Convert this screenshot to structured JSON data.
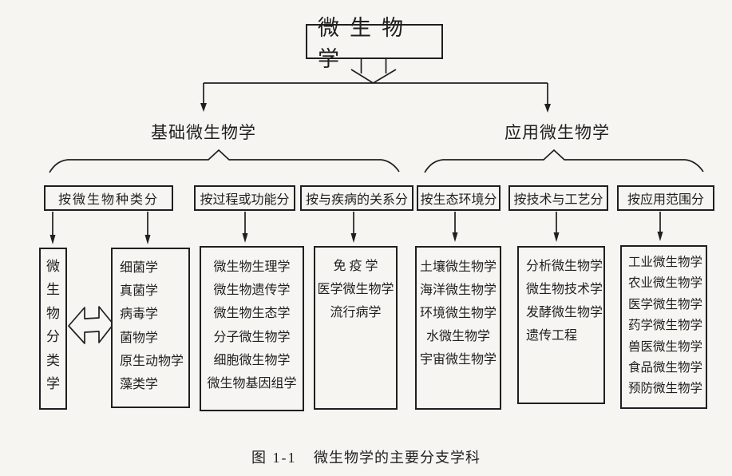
{
  "figure": {
    "root_label": "微生物学",
    "branches": {
      "basic": "基础微生物学",
      "applied": "应用微生物学"
    },
    "groups": {
      "species": {
        "category": "按微生物种类分",
        "taxonomy_chars": [
          "微",
          "生",
          "物",
          "分",
          "类",
          "学"
        ],
        "list": [
          "细菌学",
          "真菌学",
          "病毒学",
          "菌物学",
          "原生动物学",
          "藻类学"
        ]
      },
      "process": {
        "category": "按过程或功能分",
        "list": [
          "微生物生理学",
          "微生物遗传学",
          "微生物生态学",
          "分子微生物学",
          "细胞微生物学",
          "微生物基因组学"
        ]
      },
      "disease": {
        "category": "按与疾病的关系分",
        "list": [
          "免 疫 学",
          "医学微生物学",
          "流行病学"
        ]
      },
      "ecology": {
        "category": "按生态环境分",
        "list": [
          "土壤微生物学",
          "海洋微生物学",
          "环境微生物学",
          "水微生物学",
          "宇宙微生物学"
        ]
      },
      "technology": {
        "category": "按技术与工艺分",
        "list": [
          "分析微生物学",
          "微生物技术学",
          "发酵微生物学",
          "遗传工程"
        ]
      },
      "application": {
        "category": "按应用范围分",
        "list": [
          "工业微生物学",
          "农业微生物学",
          "医学微生物学",
          "药学微生物学",
          "兽医微生物学",
          "食品微生物学",
          "预防微生物学"
        ]
      }
    },
    "caption": {
      "label": "图 1-1",
      "title": "微生物学的主要分支学科"
    }
  },
  "colors": {
    "ink": "#1f1f1f",
    "paper": "#f6f5f2"
  }
}
